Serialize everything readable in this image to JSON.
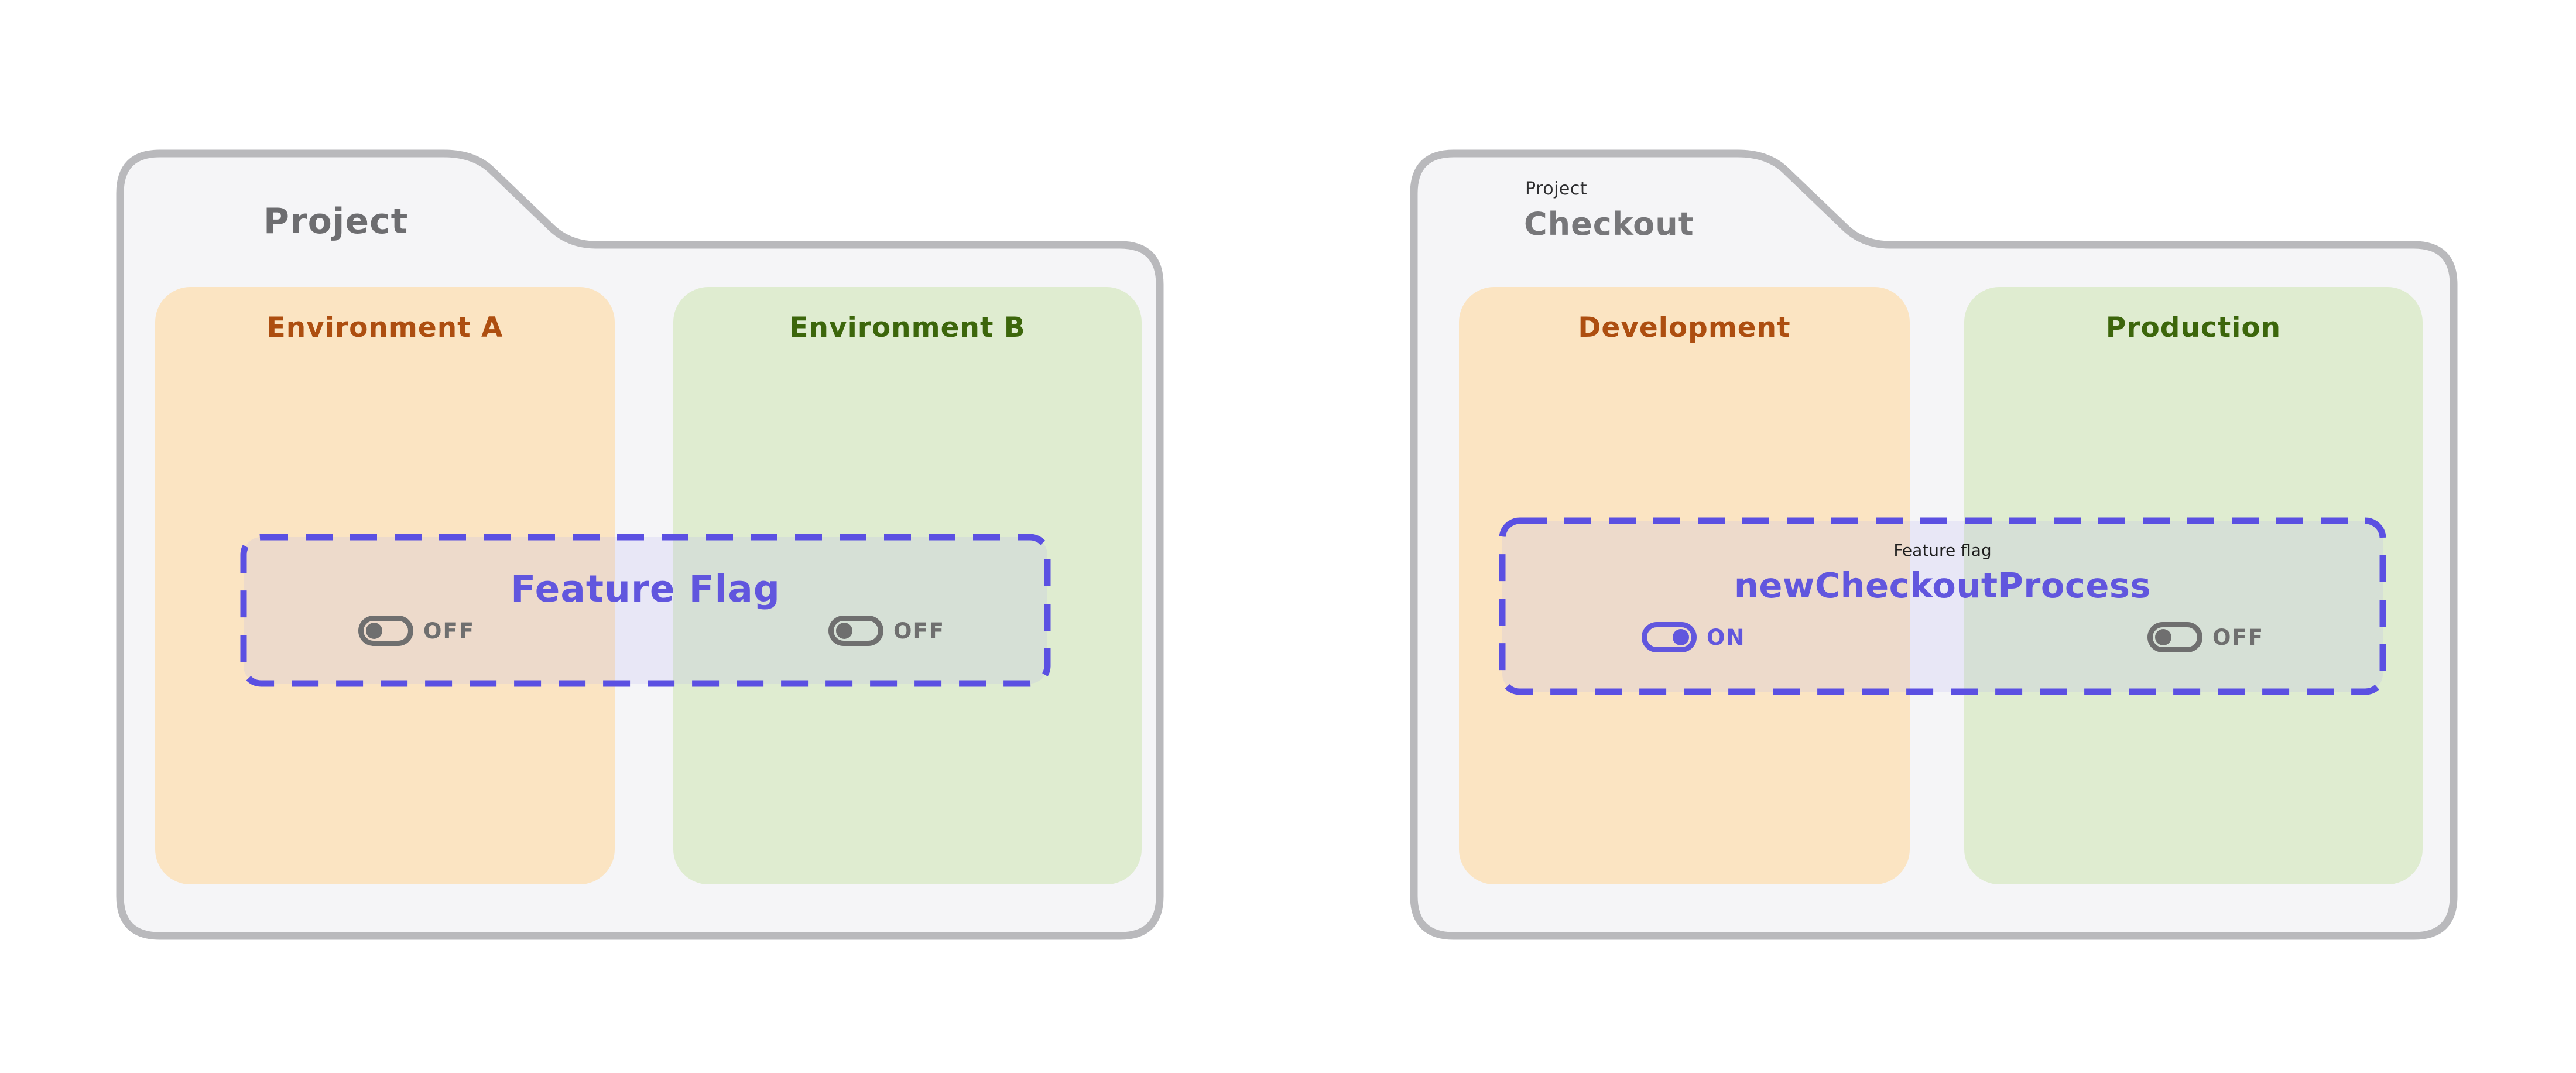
{
  "colors": {
    "page_bg": "#ffffff",
    "folder_fill": "#f5f5f7",
    "folder_border": "#b9b9bc",
    "folder_title_gray": "#6d6d70",
    "kicker_dark": "#2f2f31",
    "env_orange_bg": "#fbe4c2",
    "env_orange_text": "#ad4e10",
    "env_green_bg": "#dfecd0",
    "env_green_text": "#3c660b",
    "accent_purple": "#6156de",
    "dash_purple": "#5b50e2",
    "flag_overlay": "rgba(178,172,245,0.18)",
    "toggle_off_gray": "#6f6f6f"
  },
  "left_folder": {
    "title": "Project",
    "env_a": {
      "name": "Environment A"
    },
    "env_b": {
      "name": "Environment B"
    },
    "flag": {
      "label": "Feature Flag",
      "env_a_toggle": {
        "state": "OFF"
      },
      "env_b_toggle": {
        "state": "OFF"
      }
    }
  },
  "right_folder": {
    "kicker": "Project",
    "title": "Checkout",
    "env_a": {
      "name": "Development"
    },
    "env_b": {
      "name": "Production"
    },
    "flag": {
      "caption": "Feature flag",
      "name": "newCheckoutProcess",
      "env_a_toggle": {
        "state": "ON"
      },
      "env_b_toggle": {
        "state": "OFF"
      }
    }
  }
}
